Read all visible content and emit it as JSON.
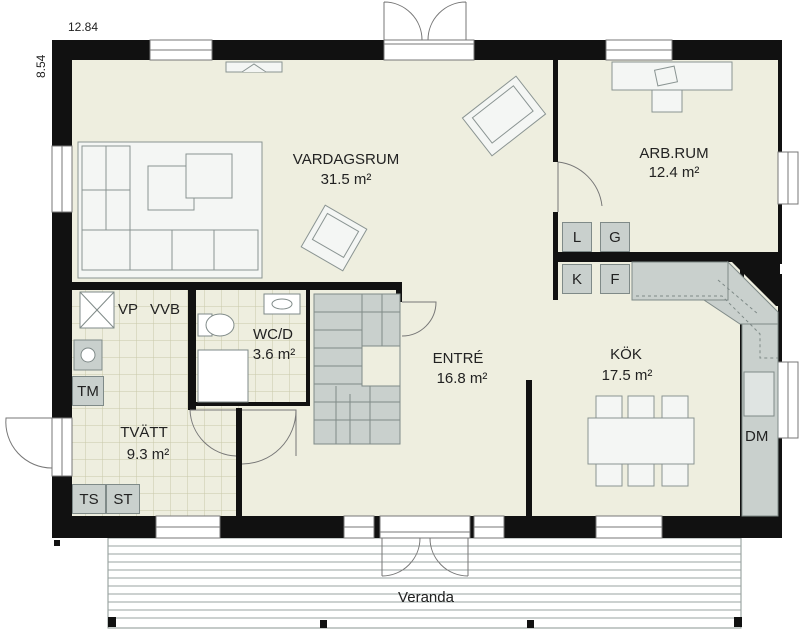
{
  "dimensions": {
    "width_label": "12.84",
    "depth_label": "8.54"
  },
  "rooms": {
    "vardagsrum": {
      "name": "VARDAGSRUM",
      "area": "31.5 m²"
    },
    "arbrum": {
      "name": "ARB.RUM",
      "area": "12.4 m²"
    },
    "entre": {
      "name": "ENTRÉ",
      "area": "16.8 m²"
    },
    "kok": {
      "name": "KÖK",
      "area": "17.5 m²"
    },
    "wcd": {
      "name": "WC/D",
      "area": "3.6 m²"
    },
    "tvatt": {
      "name": "TVÄTT",
      "area": "9.3 m²"
    },
    "veranda": {
      "name": "Veranda"
    }
  },
  "fixtures": {
    "l": "L",
    "g": "G",
    "k": "K",
    "f": "F",
    "vp": "VP",
    "vvb": "VVB",
    "tm": "TM",
    "ts": "TS",
    "st": "ST",
    "dm": "DM"
  },
  "colors": {
    "floor": "#eeeedf",
    "wall": "#111111",
    "tile_grid": "#c8c8a8",
    "fixture": "#c9d0cd",
    "furniture": "#f4f6f4",
    "deck": "#c2c9c7"
  }
}
